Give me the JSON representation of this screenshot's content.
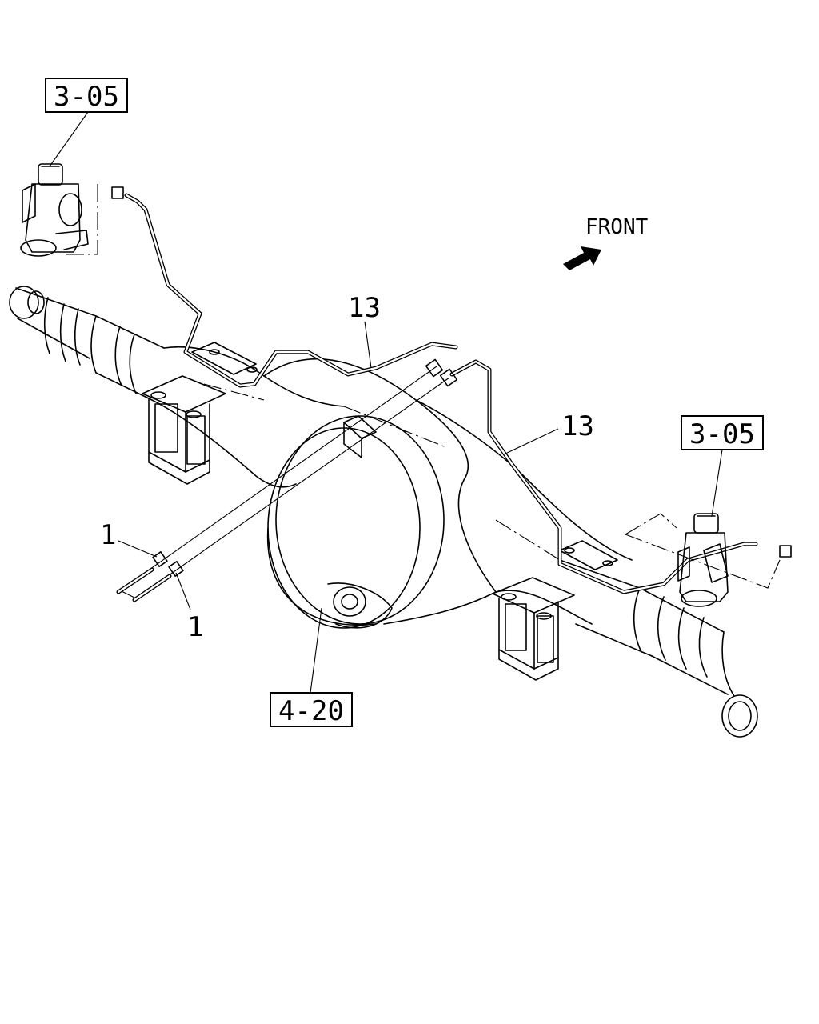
{
  "labels": {
    "ref_top_left": "3-05",
    "ref_right": "3-05",
    "ref_bottom": "4-20",
    "callout_13_top": "13",
    "callout_13_right": "13",
    "callout_1_upper": "1",
    "callout_1_lower": "1",
    "front": "FRONT"
  },
  "icons": {
    "front_arrow": "arrow-up-right-icon"
  }
}
